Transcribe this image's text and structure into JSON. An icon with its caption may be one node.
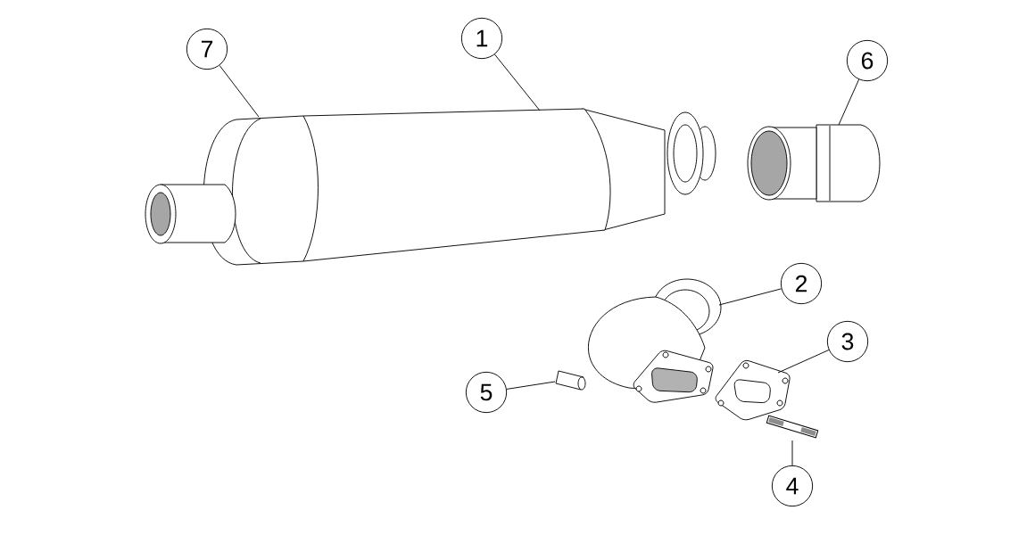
{
  "diagram": {
    "nodes": [
      {
        "text": [
          "7"
        ]
      },
      {
        "text": [
          "1"
        ]
      },
      {
        "text": [
          "6"
        ]
      },
      {
        "text": [
          "2"
        ]
      },
      {
        "text": [
          "3"
        ]
      },
      {
        "text": [
          "5"
        ]
      },
      {
        "text": [
          "4"
        ]
      },
      {
        "text": [],
        "shape": "picture"
      },
      {
        "text": [],
        "shape": "cylinder"
      },
      {
        "text": [],
        "shape": "picture"
      },
      {
        "text": [],
        "shape": "picture"
      },
      {
        "text": [],
        "shape": "picture"
      },
      {
        "text": [],
        "shape": "cylinder"
      },
      {
        "text": [],
        "shape": "picture"
      }
    ],
    "edges": [
      {
        "from": 0,
        "to": 7,
        "arrow": "none"
      },
      {
        "from": 1,
        "to": 8,
        "arrow": "none"
      },
      {
        "from": 2,
        "to": 9,
        "arrow": "none"
      },
      {
        "from": 3,
        "to": 10,
        "arrow": "none"
      },
      {
        "from": 4,
        "to": 11,
        "arrow": "none"
      },
      {
        "from": 5,
        "to": 12,
        "arrow": "none"
      },
      {
        "from": 6,
        "to": 13,
        "arrow": "none"
      }
    ]
  }
}
